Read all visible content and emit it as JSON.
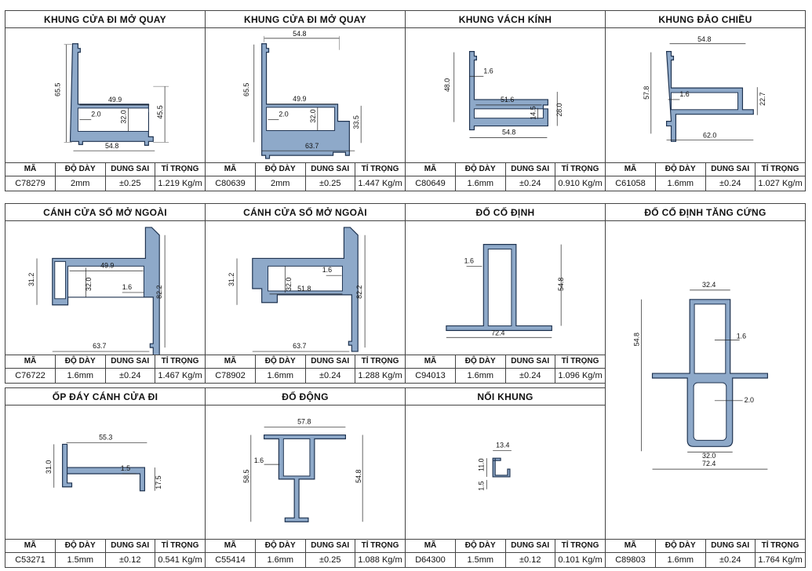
{
  "headers": {
    "code": "MÃ",
    "thickness": "ĐỘ DÀY",
    "tolerance": "DUNG SAI",
    "weight": "TỈ TRỌNG"
  },
  "colors": {
    "profile": "#8ea9c9",
    "outline": "#1f3350",
    "grid": "#444444"
  },
  "profiles": [
    {
      "title": "KHUNG CỬA ĐI MỞ QUAY",
      "code": "C78279",
      "thickness": "2mm",
      "tolerance": "±0.25",
      "weight": "1.219 Kg/m",
      "dims": [
        "65.5",
        "49.9",
        "2.0",
        "32.0",
        "45.5",
        "54.8"
      ]
    },
    {
      "title": "KHUNG CỬA ĐI MỞ QUAY",
      "code": "C80639",
      "thickness": "2mm",
      "tolerance": "±0.25",
      "weight": "1.447 Kg/m",
      "dims": [
        "54.8",
        "65.5",
        "49.9",
        "2.0",
        "32.0",
        "33.5",
        "63.7"
      ]
    },
    {
      "title": "KHUNG VÁCH KÍNH",
      "code": "C80649",
      "thickness": "1.6mm",
      "tolerance": "±0.24",
      "weight": "0.910 Kg/m",
      "dims": [
        "48.0",
        "1.6",
        "51.6",
        "14.5",
        "28.0",
        "54.8"
      ]
    },
    {
      "title": "KHUNG ĐẢO CHIỀU",
      "code": "C61058",
      "thickness": "1.6mm",
      "tolerance": "±0.24",
      "weight": "1.027 Kg/m",
      "dims": [
        "54.8",
        "57.8",
        "1.6",
        "22.7",
        "62.0"
      ]
    },
    {
      "title": "CÁNH CỬA SỔ MỞ NGOÀI",
      "code": "C76722",
      "thickness": "1.6mm",
      "tolerance": "±0.24",
      "weight": "1.467 Kg/m",
      "dims": [
        "31.2",
        "49.9",
        "32.0",
        "1.6",
        "82.2",
        "63.7"
      ]
    },
    {
      "title": "CÁNH CỬA SỔ MỞ NGOÀI",
      "code": "C78902",
      "thickness": "1.6mm",
      "tolerance": "±0.24",
      "weight": "1.288 Kg/m",
      "dims": [
        "31.2",
        "1.6",
        "32.0",
        "51.8",
        "82.2",
        "63.7"
      ]
    },
    {
      "title": "ĐỐ CỐ ĐỊNH",
      "code": "C94013",
      "thickness": "1.6mm",
      "tolerance": "±0.24",
      "weight": "1.096 Kg/m",
      "dims": [
        "1.6",
        "54.8",
        "72.4"
      ]
    },
    {
      "title": "ĐỐ CỐ ĐỊNH TĂNG CỨNG",
      "code": "C89803",
      "thickness": "1.6mm",
      "tolerance": "±0.24",
      "weight": "1.764 Kg/m",
      "dims": [
        "32.4",
        "54.8",
        "1.6",
        "2.0",
        "32.0",
        "72.4"
      ]
    },
    {
      "title": "ỐP ĐÁY CÁNH CỬA ĐI",
      "code": "C53271",
      "thickness": "1.5mm",
      "tolerance": "±0.12",
      "weight": "0.541 Kg/m",
      "dims": [
        "55.3",
        "31.0",
        "1.5",
        "17.5"
      ]
    },
    {
      "title": "ĐỐ ĐỘNG",
      "code": "C55414",
      "thickness": "1.6mm",
      "tolerance": "±0.25",
      "weight": "1.088 Kg/m",
      "dims": [
        "57.8",
        "1.6",
        "58.5",
        "54.8"
      ]
    },
    {
      "title": "NỐI KHUNG",
      "code": "D64300",
      "thickness": "1.5mm",
      "tolerance": "±0.12",
      "weight": "0.101 Kg/m",
      "dims": [
        "13.4",
        "11.0",
        "1.5"
      ]
    }
  ]
}
